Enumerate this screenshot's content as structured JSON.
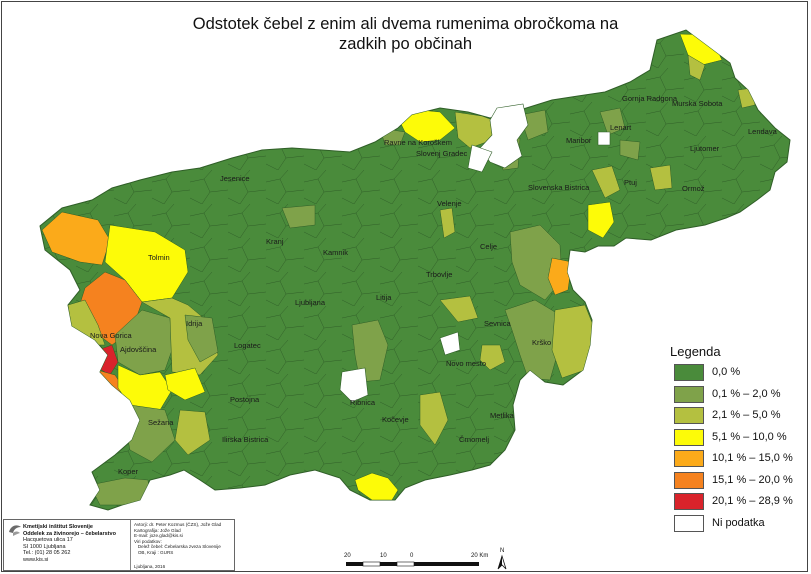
{
  "title": {
    "line1": "Odstotek čebel z enim ali dvema rumenima obročkoma na",
    "line2": "zadkih po občinah"
  },
  "colors": {
    "c0": "#4a8b3b",
    "c1": "#7fa24a",
    "c2": "#b4c040",
    "c3": "#fdfb08",
    "c4": "#fbaa1a",
    "c5": "#f5821f",
    "c6": "#d9232b",
    "cn": "#ffffff",
    "boundary": "#2f5e27"
  },
  "legend": {
    "title": "Legenda",
    "items": [
      {
        "label": "0,0 %",
        "color_key": "c0"
      },
      {
        "label": "0,1 % – 2,0 %",
        "color_key": "c1"
      },
      {
        "label": "2,1 % – 5,0 %",
        "color_key": "c2"
      },
      {
        "label": "5,1 % – 10,0 %",
        "color_key": "c3"
      },
      {
        "label": "10,1 % – 15,0 %",
        "color_key": "c4"
      },
      {
        "label": "15,1 % – 20,0 %",
        "color_key": "c5"
      },
      {
        "label": "20,1 % – 28,9 %",
        "color_key": "c6"
      },
      {
        "label": "Ni podatka",
        "color_key": "cn"
      }
    ]
  },
  "places": [
    "Gornja Radgona",
    "Murska Sobota",
    "Lenart",
    "Lendava",
    "Maribor",
    "Ljutomer",
    "Ravne na Koroškem",
    "Slovenj Gradec",
    "Jesenice",
    "Slovenska Bistrica",
    "Ptuj",
    "Ormož",
    "Velenje",
    "Kranj",
    "Celje",
    "Tolmin",
    "Kamnik",
    "Trbovlje",
    "Litija",
    "Ljubljana",
    "Idrija",
    "Sevnica",
    "Nova Gorica",
    "Logatec",
    "Krško",
    "Ajdovščina",
    "Postojna",
    "Novo mesto",
    "Ribnica",
    "Sežana",
    "Kočevje",
    "Metlika",
    "Ilirska Bistrica",
    "Črnomelj",
    "Koper"
  ],
  "info": {
    "org1": "Kmetijski inštitut Slovenije",
    "org2": "Oddelek za živinorejo – čebelarstvo",
    "address1": "Hacquetova ulica 17",
    "address2": "SI 1000 Ljubljana",
    "phone": "Tel.: (01) 28 05 262",
    "web": "www.kis.si",
    "authors": "Avtorji: dr. Peter Kozmus (ČZS), Jože Glad",
    "cartography": "Kartografija: Jože Glad",
    "email": "E-mail: joze.glad@kis.si",
    "sources_title": "Viri podatkov:",
    "source1": "Delež čebel: Čebelarska zveza Slovenije",
    "source2": "OB, Kraji : GURS",
    "date": "Ljubljana, 2016"
  },
  "scale": {
    "labels": [
      "20",
      "10",
      "0",
      "20 Km"
    ]
  },
  "north": "N"
}
